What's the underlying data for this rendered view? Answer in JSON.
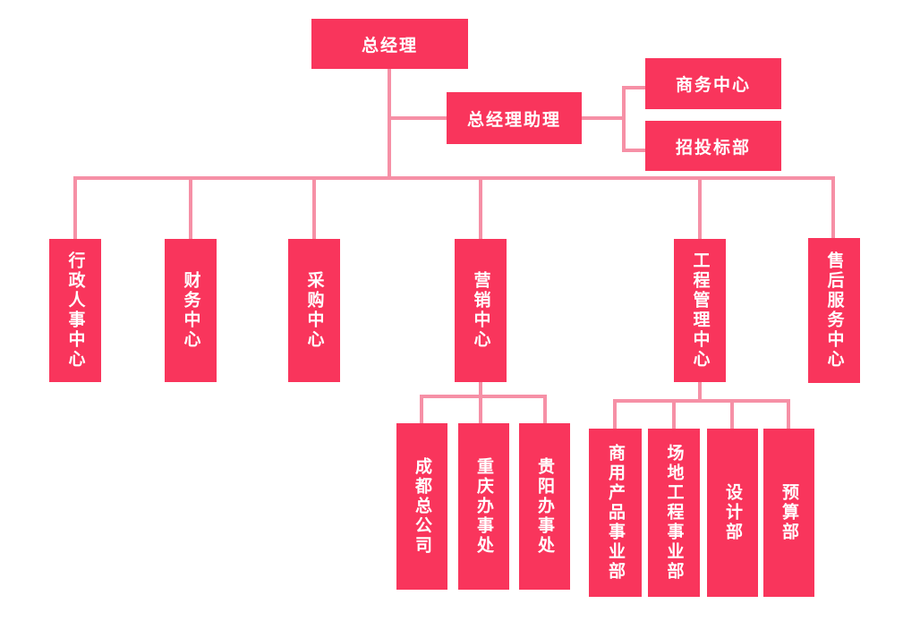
{
  "diagram_type": "org-chart",
  "colors": {
    "node_fill": "#F9355C",
    "connector": "#F690A6",
    "node_text": "#FFFFFF",
    "canvas_bg": "#FFFFFF"
  },
  "org": {
    "root": {
      "label": "总经理"
    },
    "assistant": {
      "label": "总经理助理"
    },
    "assistant_children": [
      {
        "label": "商务中心"
      },
      {
        "label": "招投标部"
      }
    ],
    "departments": [
      {
        "label": "行政人事中心"
      },
      {
        "label": "财务中心"
      },
      {
        "label": "采购中心"
      },
      {
        "label": "营销中心"
      },
      {
        "label": "工程管理中心"
      },
      {
        "label": "售后服务中心"
      }
    ],
    "marketing_children": [
      {
        "label": "成都总公司"
      },
      {
        "label": "重庆办事处"
      },
      {
        "label": "贵阳办事处"
      }
    ],
    "engineering_children": [
      {
        "label": "商用产品事业部"
      },
      {
        "label": "场地工程事业部"
      },
      {
        "label": "设计部"
      },
      {
        "label": "预算部"
      }
    ]
  }
}
